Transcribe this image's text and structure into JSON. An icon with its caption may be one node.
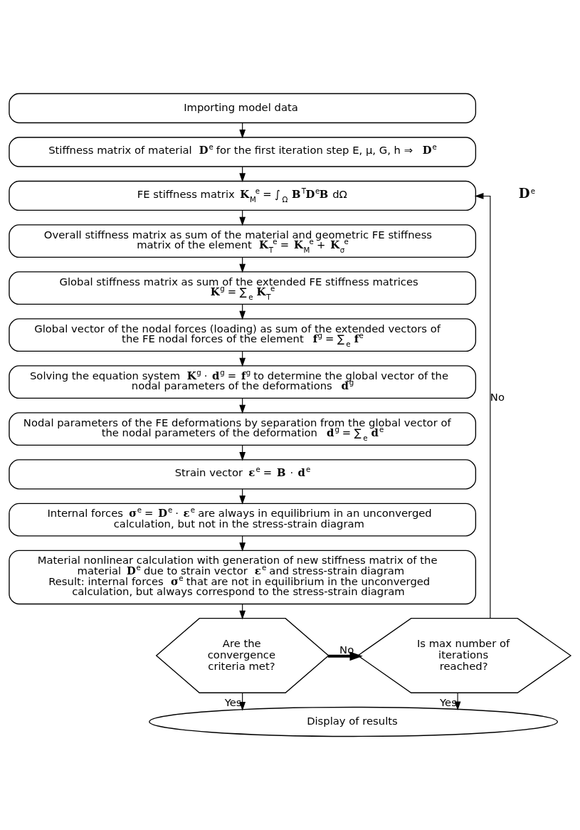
{
  "diagram": {
    "nodes": [
      {
        "text": [
          "Importing model data"
        ]
      },
      {
        "text": [
          "Stiffness matrix of material **D**$^{e}$ for the first iteration step E, μ, G, h ⇒ **D**$^{e}$"
        ]
      },
      {
        "text": [
          "FE stiffness matrix **K**$_{M}$$^{e}$ = ∫$_{Ω}$ **B**$^{T}$**D**$^{e}$**B** dΩ"
        ]
      },
      {
        "text": [
          "Overall stiffness matrix as sum of the material and geometric FE stiffness matrix of the element **K**$_{T}$$^{e}$ = **K**$_{M}$$^{e}$ + **K**$_{σ}$$^{e}$"
        ]
      },
      {
        "text": [
          "Global stiffness matrix as sum of the extended FE stiffness matrices",
          "**K**$^{g}$ = ∑$_{e}$ **K**$_{T}$$^{e}$"
        ]
      },
      {
        "text": [
          "Global vector of the nodal forces (loading) as sum of the extended vectors of the FE nodal forces of the element **f**$^{g}$ = ∑$_{e}$ **f**$^{e}$"
        ]
      },
      {
        "text": [
          "Solving the equation system **K**$^{g}$ · **d**$^{g}$ = **f**$^{g}$ to determine the global vector of the nodal parameters of the deformations **d**$^{g}$"
        ]
      },
      {
        "text": [
          "Nodal parameters of the FE deformations by separation from the global vector of the nodal parameters of the deformation **d**$^{g}$ = ∑$_{e}$ **d**$^{e}$"
        ]
      },
      {
        "text": [
          "Strain vector **ε**$^{e}$ = **B** · **d**$^{e}$"
        ]
      },
      {
        "text": [
          "Internal forces **σ**$^{e}$ = **D**$^{e}$ · **ε**$^{e}$ are always in equilibrium in an unconverged calculation, but not in the stress-strain diagram"
        ]
      },
      {
        "text": [
          "Material nonlinear calculation with generation of new stiffness matrix of the material **D**$^{e}$ due to strain vector **ε**$^{e}$ and stress-strain diagram",
          "Result: internal forces **σ**$^{e}$ that are not in equilibrium in the unconverged calculation, but always correspond to the stress-strain diagram"
        ]
      },
      {
        "text": [
          "Are the convergence criteria met?"
        ]
      },
      {
        "text": [
          "Is max number of iterations reached?"
        ]
      },
      {
        "text": [
          "Display of results"
        ]
      }
    ],
    "edges": [
      {
        "from": 0,
        "to": 1,
        "arrow": "to"
      },
      {
        "from": 1,
        "to": 2,
        "arrow": "to"
      },
      {
        "from": 2,
        "to": 3,
        "arrow": "to"
      },
      {
        "from": 3,
        "to": 4,
        "arrow": "to"
      },
      {
        "from": 4,
        "to": 5,
        "arrow": "to"
      },
      {
        "from": 5,
        "to": 6,
        "arrow": "to"
      },
      {
        "from": 6,
        "to": 7,
        "arrow": "to"
      },
      {
        "from": 7,
        "to": 8,
        "arrow": "to"
      },
      {
        "from": 8,
        "to": 9,
        "arrow": "to"
      },
      {
        "from": 9,
        "to": 10,
        "arrow": "to"
      },
      {
        "from": 10,
        "to": 11,
        "arrow": "to"
      },
      {
        "from": 11,
        "to": 12,
        "arrow": "to",
        "label": "No",
        "style": "thick"
      },
      {
        "from": 11,
        "to": 13,
        "arrow": "to",
        "label": "Yes"
      },
      {
        "from": 12,
        "to": 13,
        "arrow": "to",
        "label": "Yes"
      },
      {
        "from": 12,
        "to": 2,
        "arrow": "to",
        "label": "No"
      }
    ],
    "labels": [
      "**D**$^{e}$"
    ]
  }
}
